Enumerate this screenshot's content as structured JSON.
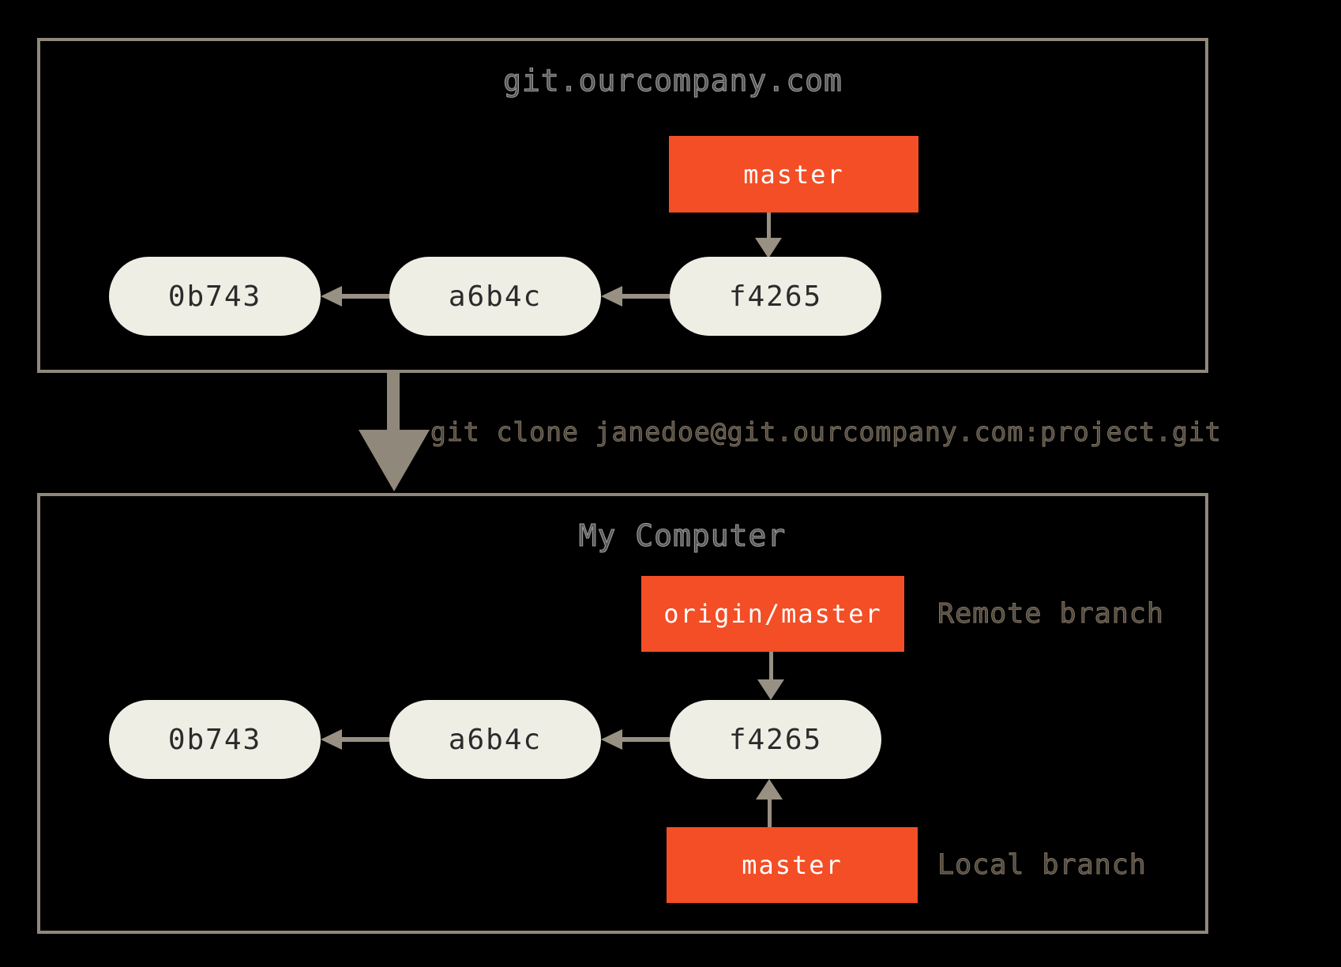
{
  "diagram": {
    "remote": {
      "title": "git.ourcompany.com",
      "branch_label": "master",
      "commits": [
        "0b743",
        "a6b4c",
        "f4265"
      ]
    },
    "transfer": {
      "command": "git clone janedoe@git.ourcompany.com:project.git"
    },
    "local": {
      "title": "My Computer",
      "remote_branch_label": "origin/master",
      "remote_branch_annotation": "Remote branch",
      "local_branch_label": "master",
      "local_branch_annotation": "Local branch",
      "commits": [
        "0b743",
        "a6b4c",
        "f4265"
      ]
    },
    "colors": {
      "background": "#000000",
      "box_border": "#90887b",
      "branch_fill": "#f34e26",
      "branch_text": "#ffffff",
      "commit_fill": "#efeee5",
      "commit_text": "#2b2b2b",
      "arrow": "#989083",
      "title_text": "#9c9c9c",
      "annotation_text": "#6b6154"
    }
  }
}
